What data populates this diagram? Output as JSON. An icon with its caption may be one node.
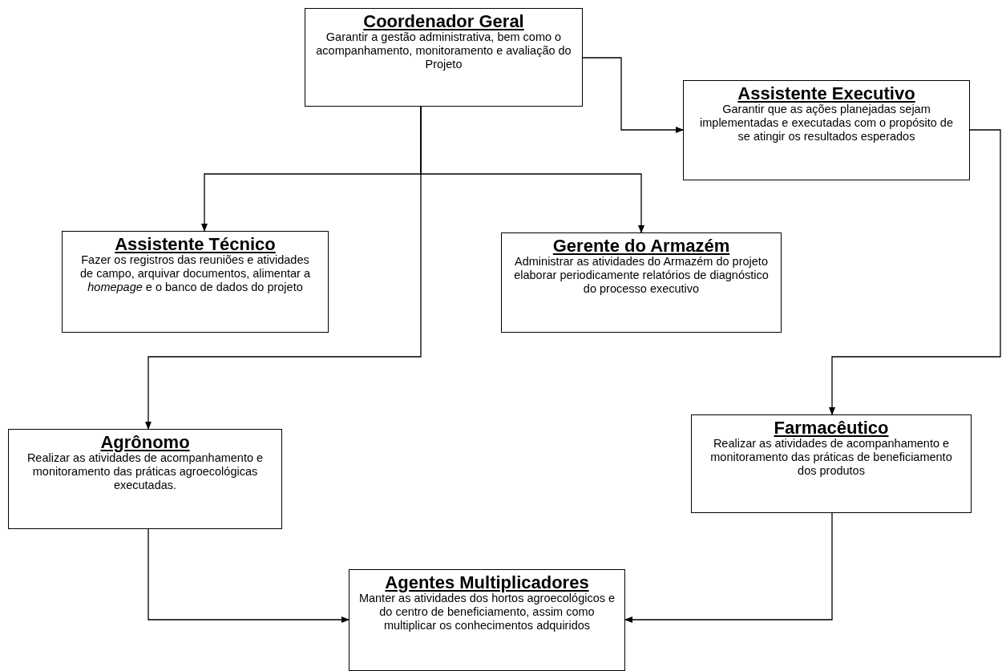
{
  "diagram": {
    "nodes": [
      {
        "text": [
          "Coordenador Geral",
          "Garantir a gestão administrativa, bem como o acompanhamento, monitoramento e avaliação do Projeto"
        ]
      },
      {
        "text": [
          "Assistente Executivo",
          "Garantir que as ações planejadas sejam implementadas e executadas com o propósito de se atingir os resultados esperados"
        ]
      },
      {
        "text": [
          "Assistente Técnico",
          "Fazer os registros das reuniões e atividades de campo, arquivar documentos, alimentar a *homepage* e o banco de dados do projeto"
        ]
      },
      {
        "text": [
          "Gerente do Armazém",
          "Administrar as atividades do Armazém do projeto elaborar periodicamente relatórios de diagnóstico do processo executivo"
        ]
      },
      {
        "text": [
          "Agrônomo",
          "Realizar as atividades de acompanhamento e monitoramento das práticas agroecológicas executadas."
        ]
      },
      {
        "text": [
          "Farmacêutico",
          "Realizar as atividades de acompanhamento e monitoramento das práticas de beneficiamento dos produtos"
        ]
      },
      {
        "text": [
          "Agentes Multiplicadores",
          "Manter as atividades dos hortos agroecológicos e do centro de beneficiamento, assim como multiplicar os conhecimentos adquiridos"
        ]
      }
    ],
    "edges": [
      {
        "from": 0,
        "to": 1,
        "arrow": "to"
      },
      {
        "from": 0,
        "to": 2,
        "arrow": "to"
      },
      {
        "from": 0,
        "to": 3,
        "arrow": "to"
      },
      {
        "from": 0,
        "to": 4,
        "arrow": "to"
      },
      {
        "from": 1,
        "to": 5,
        "arrow": "to"
      },
      {
        "from": 4,
        "to": 6,
        "arrow": "to"
      },
      {
        "from": 5,
        "to": 6,
        "arrow": "to"
      }
    ]
  }
}
